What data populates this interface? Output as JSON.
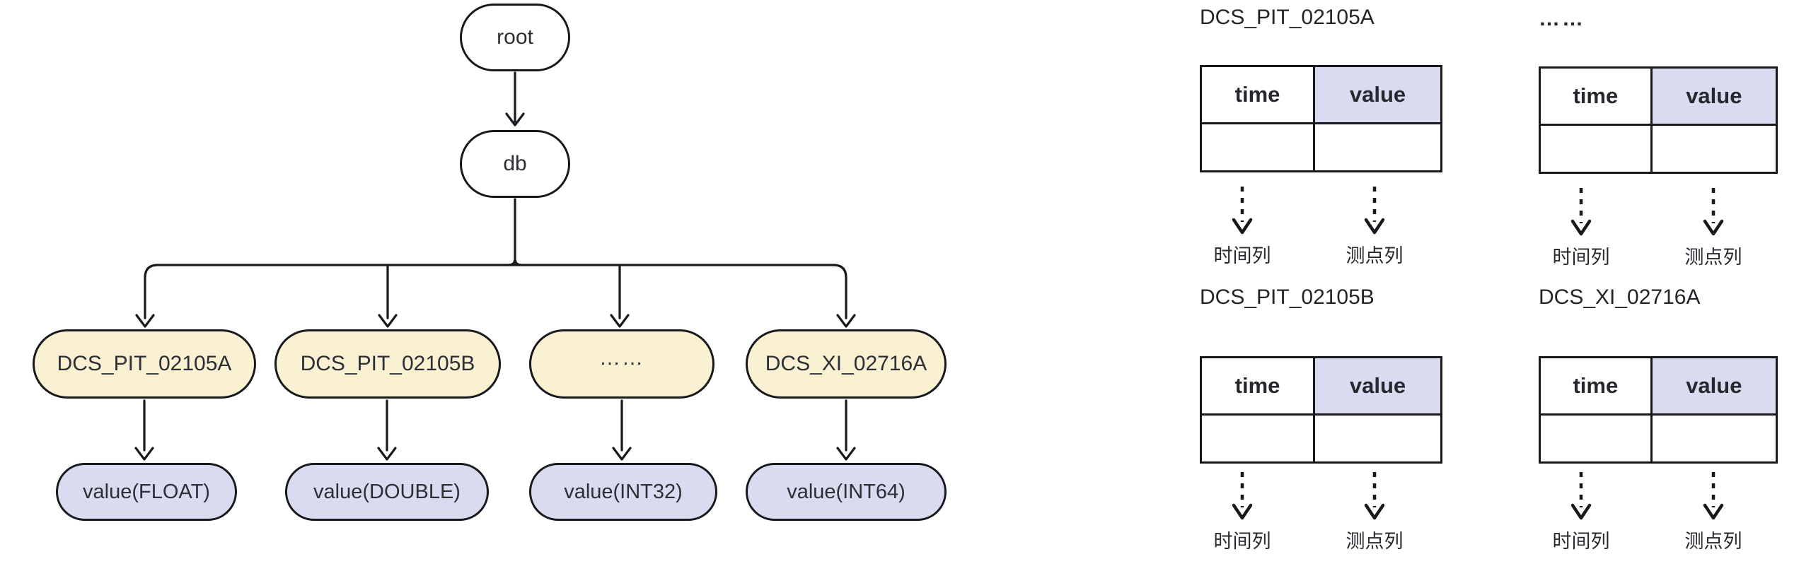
{
  "tree": {
    "root_label": "root",
    "db_label": "db",
    "devices": [
      {
        "name": "DCS_PIT_02105A",
        "measurement": "value(FLOAT)"
      },
      {
        "name": "DCS_PIT_02105B",
        "measurement": "value(DOUBLE)"
      },
      {
        "name": "……",
        "measurement": "value(INT32)"
      },
      {
        "name": "DCS_XI_02716A",
        "measurement": "value(INT64)"
      }
    ]
  },
  "tables": [
    {
      "title": "DCS_PIT_02105A",
      "col_time": "time",
      "col_value": "value",
      "time_col_label": "时间列",
      "value_col_label": "测点列"
    },
    {
      "title": "……",
      "col_time": "time",
      "col_value": "value",
      "time_col_label": "时间列",
      "value_col_label": "测点列"
    },
    {
      "title": "DCS_PIT_02105B",
      "col_time": "time",
      "col_value": "value",
      "time_col_label": "时间列",
      "value_col_label": "测点列"
    },
    {
      "title": "DCS_XI_02716A",
      "col_time": "time",
      "col_value": "value",
      "time_col_label": "时间列",
      "value_col_label": "测点列"
    }
  ],
  "colors": {
    "device_node_fill": "#FAF0D2",
    "measurement_node_fill": "#D9DCF0",
    "value_header_fill": "#D9DCF0",
    "stroke": "#17191D",
    "text": "#24272C",
    "background": "#FFFFFF"
  }
}
